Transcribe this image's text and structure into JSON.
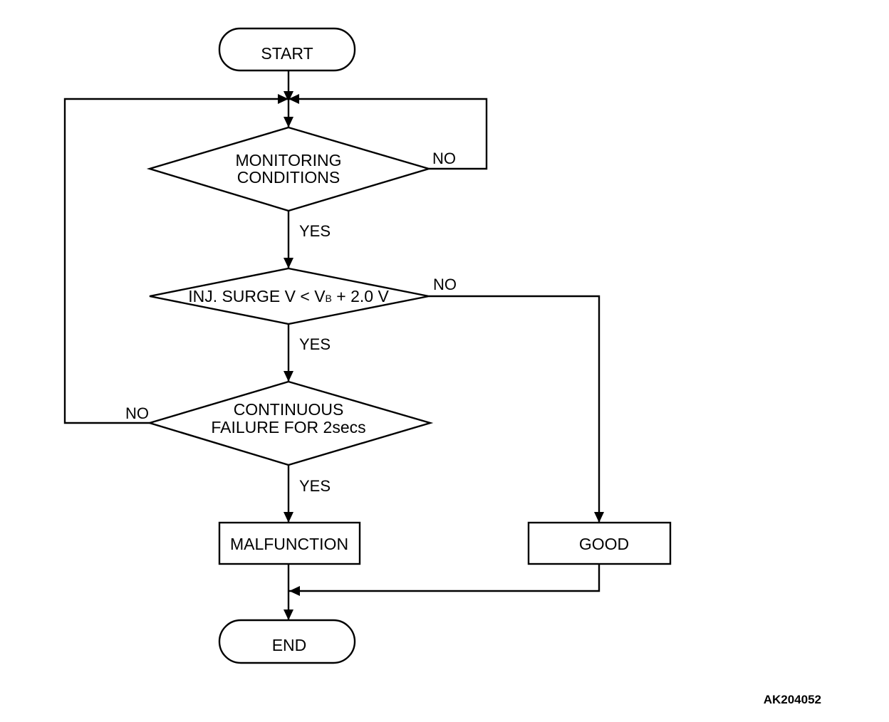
{
  "nodes": {
    "start": "START",
    "monitoring": [
      "MONITORING",
      "CONDITIONS"
    ],
    "surge": {
      "before": "INJ. SURGE V < V",
      "subscript": "B",
      "after": " + 2.0 V"
    },
    "continuous": [
      "CONTINUOUS",
      "FAILURE FOR 2secs"
    ],
    "malfunction": "MALFUNCTION",
    "good": "GOOD",
    "end": "END"
  },
  "branches": {
    "monitoring_yes": "YES",
    "monitoring_no": "NO",
    "surge_yes": "YES",
    "surge_no": "NO",
    "continuous_yes": "YES",
    "continuous_no": "NO"
  },
  "figure_code": "AK204052"
}
